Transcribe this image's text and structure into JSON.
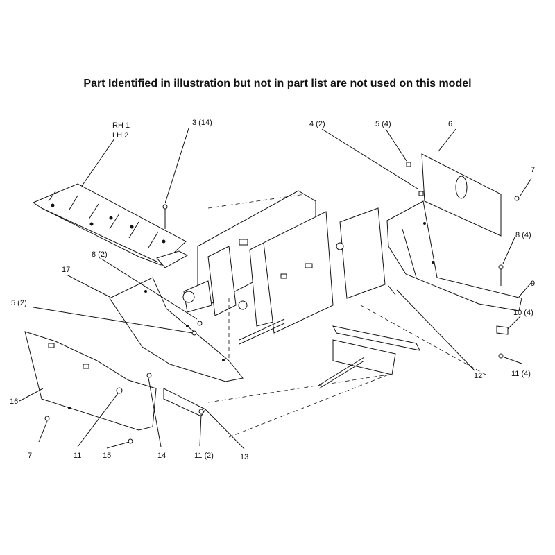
{
  "title": "Part Identified in illustration but not in part list are not used on this model",
  "labels": {
    "rh1": "RH 1",
    "lh2": "LH 2",
    "p3": "3 (14)",
    "p4": "4 (2)",
    "p5a": "5 (4)",
    "p6": "6",
    "p7a": "7",
    "p8a": "8 (4)",
    "p9": "9",
    "p10": "10 (4)",
    "p11a": "11 (4)",
    "p12": "12",
    "p17": "17",
    "p8b": "8 (2)",
    "p5b": "5 (2)",
    "p16": "16",
    "p7b": "7",
    "p11b": "11",
    "p15": "15",
    "p14": "14",
    "p11c": "11 (2)",
    "p13": "13"
  }
}
